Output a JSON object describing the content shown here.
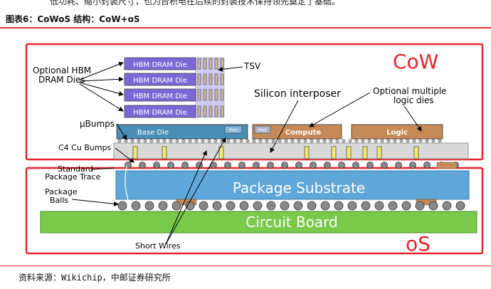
{
  "header_text": "低功耗、缩小封装尺寸，也为台积电在后续的封装技术保持领先奠定了基础。",
  "figure_title": "图表6：CoWoS 结构：CoW+oS",
  "source": "资料来源：Wikichip，中邮证券研究所",
  "diagram": {
    "cow_label": "CoW",
    "os_label": "oS",
    "hbm_die_label": "HBM DRAM Die",
    "base_die_label": "Base Die",
    "phy_label": "PHY",
    "compute_label": "Compute",
    "logic_label": "Logic",
    "callouts": {
      "optional_hbm_line1": "Optional HBM",
      "optional_hbm_line2": "DRAM Dies",
      "tsv": "TSV",
      "silicon_interposer": "Silicon interposer",
      "optional_logic_line1": "Optional multiple",
      "optional_logic_line2": "logic dies",
      "ubumps": "µBumps",
      "c4": "C4 Cu Bumps",
      "standard_trace_line1": "Standard",
      "standard_trace_line2": "Package Trace",
      "package_balls_line1": "Package",
      "package_balls_line2": "Balls",
      "short_wires": "Short Wires"
    },
    "package_substrate": "Package Substrate",
    "circuit_board": "Circuit Board",
    "colors": {
      "frame": "#e8242a",
      "hbm": "#7b68d8",
      "base_die": "#4a8db5",
      "logic": "#c58a58",
      "substrate": "#5fa7d8",
      "board": "#7ac94a",
      "interposer": "#d9d9d9",
      "tsv": "#f2ea6a"
    }
  }
}
